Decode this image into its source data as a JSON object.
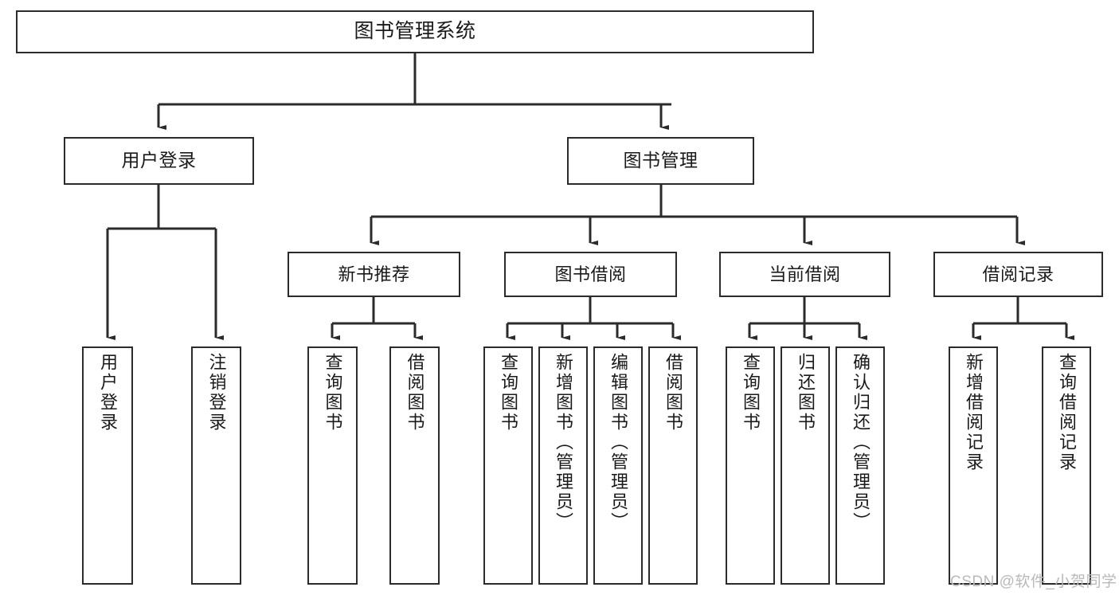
{
  "diagram": {
    "title": "图书管理系统",
    "orientation": "top-down-tree",
    "colors": {
      "box_border": "#2b2b2b",
      "box_fill": "#ffffff",
      "connector": "#2b2b2b",
      "text": "#1a1a1a",
      "watermark": "#b9b9b9",
      "background": "#ffffff"
    },
    "nodes": {
      "root": {
        "label": "图书管理系统"
      },
      "level2": [
        {
          "id": "user-login",
          "label": "用户登录"
        },
        {
          "id": "book-manage",
          "label": "图书管理"
        }
      ],
      "level3": [
        {
          "id": "new-book-recommend",
          "label": "新书推荐"
        },
        {
          "id": "book-borrow",
          "label": "图书借阅"
        },
        {
          "id": "current-borrow",
          "label": "当前借阅"
        },
        {
          "id": "borrow-record",
          "label": "借阅记录"
        }
      ],
      "leaves": {
        "user-login": [
          {
            "id": "leaf-user-login",
            "label": "用户登录"
          },
          {
            "id": "leaf-logout-login",
            "label": "注销登录"
          }
        ],
        "new-book-recommend": [
          {
            "id": "leaf-query-book-1",
            "label": "查询图书"
          },
          {
            "id": "leaf-borrow-book-1",
            "label": "借阅图书"
          }
        ],
        "book-borrow": [
          {
            "id": "leaf-query-book-2",
            "label": "查询图书"
          },
          {
            "id": "leaf-add-book",
            "label": "新增图书（管理员）"
          },
          {
            "id": "leaf-edit-book",
            "label": "编辑图书（管理员）"
          },
          {
            "id": "leaf-borrow-book-2",
            "label": "借阅图书"
          }
        ],
        "current-borrow": [
          {
            "id": "leaf-query-book-3",
            "label": "查询图书"
          },
          {
            "id": "leaf-return-book",
            "label": "归还图书"
          },
          {
            "id": "leaf-confirm-return",
            "label": "确认归还（管理员）"
          }
        ],
        "borrow-record": [
          {
            "id": "leaf-add-record",
            "label": "新增借阅记录"
          },
          {
            "id": "leaf-query-record",
            "label": "查询借阅记录"
          }
        ]
      }
    },
    "watermark": "CSDN @软件_小贺同学"
  }
}
